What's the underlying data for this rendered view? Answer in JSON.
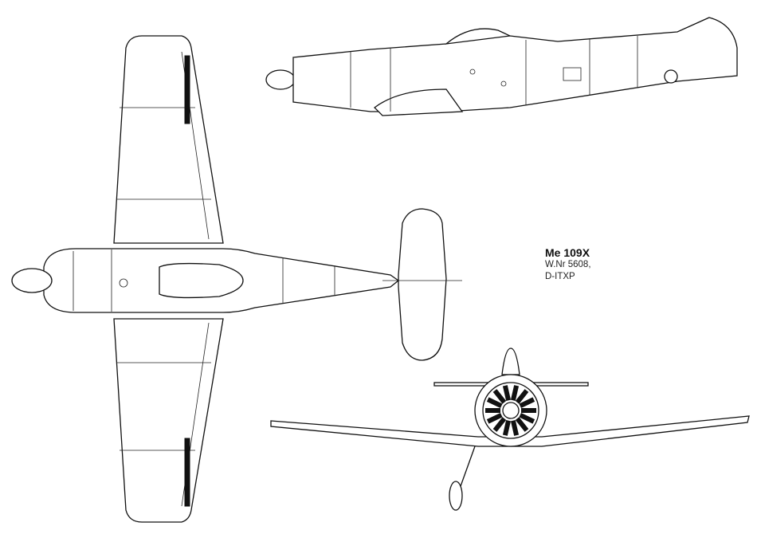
{
  "drawing": {
    "title": "Me 109X",
    "serial": "W.Nr 5608,",
    "registration": "D-ITXP"
  }
}
